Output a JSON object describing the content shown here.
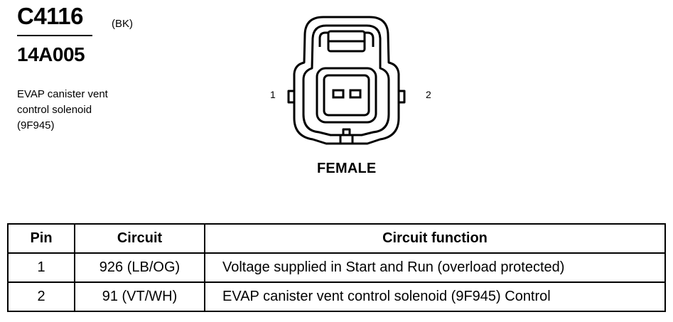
{
  "connector": {
    "id": "C4116",
    "color_code": "(BK)",
    "part_number": "14A005",
    "description_lines": [
      "EVAP canister vent",
      "control solenoid",
      "(9F945)"
    ],
    "gender": "FEMALE",
    "pin_labels": [
      "1",
      "2"
    ]
  },
  "table": {
    "headers": [
      "Pin",
      "Circuit",
      "Circuit function"
    ],
    "rows": [
      {
        "pin": "1",
        "circuit": "926 (LB/OG)",
        "function": "Voltage supplied in Start and Run (overload protected)"
      },
      {
        "pin": "2",
        "circuit": "91 (VT/WH)",
        "function": "EVAP canister vent control solenoid (9F945) Control"
      }
    ]
  }
}
